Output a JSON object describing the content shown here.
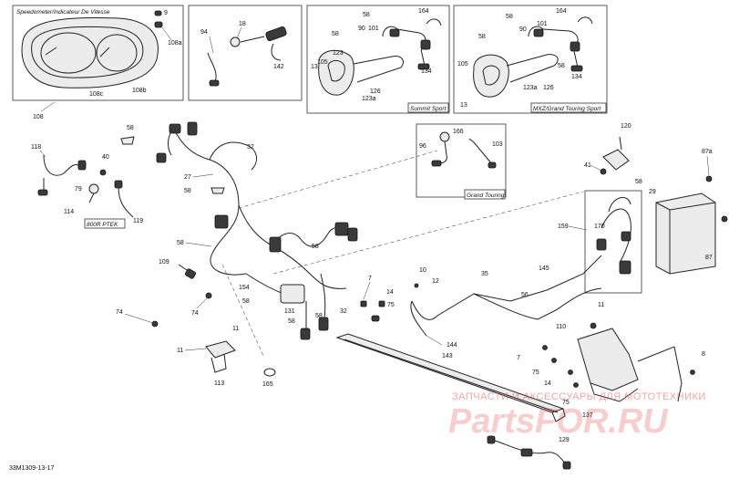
{
  "boxes": {
    "speedometer": "Speedometer/Indicateur De Vitesse",
    "summit": "Summit Sport",
    "mxz": "MXZ/Grand Touring Sport",
    "grand_touring": "Grand Touring",
    "ptek": "800R PTEK"
  },
  "callouts": {
    "c9": "9",
    "c108a": "108a",
    "c108b": "108b",
    "c108c": "108c",
    "c108": "108",
    "c94": "94",
    "c18": "18",
    "c142": "142",
    "s58a": "58",
    "s164": "164",
    "s58b": "58",
    "s90": "90",
    "s101": "101",
    "s123": "123",
    "s13": "13",
    "s105": "105",
    "s126": "126",
    "s123a": "123a",
    "s134": "134",
    "m58a": "58",
    "m164": "164",
    "m58b": "58",
    "m101": "101",
    "m90": "90",
    "m105": "105",
    "m123a": "123a",
    "m13": "13",
    "m126": "126",
    "m58c": "58",
    "m134": "134",
    "g96": "96",
    "g166": "166",
    "g103": "103",
    "c120": "120",
    "c41": "41",
    "c58r": "58",
    "c87a": "87a",
    "c87": "87",
    "c29": "29",
    "c170": "170",
    "c159": "159",
    "c118": "118",
    "c40": "40",
    "c79": "79",
    "c114": "114",
    "c119": "119",
    "c58a": "58",
    "c32a": "32",
    "c27": "27",
    "c58b": "58",
    "c58c": "58",
    "c58d": "58",
    "c109": "109",
    "c154": "154",
    "c58e": "58",
    "c74a": "74",
    "c74b": "74",
    "c58f": "58",
    "c131": "131",
    "c58g": "58",
    "c32b": "32",
    "c7a": "7",
    "c14a": "14",
    "c75a": "75",
    "c10": "10",
    "c12": "12",
    "c35": "35",
    "c145": "145",
    "c56": "56",
    "c144": "144",
    "c11a": "11",
    "c11b": "11",
    "c113": "113",
    "c165": "165",
    "c143": "143",
    "c11c": "11",
    "c110": "110",
    "c7b": "7",
    "c75b": "75",
    "c14b": "14",
    "c75c": "75",
    "c137": "137",
    "c8": "8",
    "c129": "129"
  },
  "watermark": {
    "line1": "ЗАПЧАСТИ И АКСЕССУАРЫ ДЛЯ МОТОТЕХНИКИ",
    "line2": "PartsFOR.RU"
  },
  "drawing_code": "33M1309-13-17"
}
